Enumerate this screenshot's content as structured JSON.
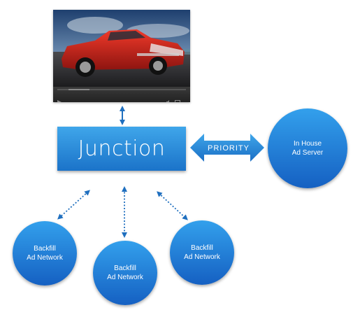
{
  "junction": {
    "label": "Junction"
  },
  "priority": {
    "label": "PRIORITY"
  },
  "in_house": {
    "line1": "In House",
    "line2": "Ad Server"
  },
  "backfill_nodes": [
    {
      "line1": "Backfill",
      "line2": "Ad Network"
    },
    {
      "line1": "Backfill",
      "line2": "Ad Network"
    },
    {
      "line1": "Backfill",
      "line2": "Ad Network"
    }
  ],
  "colors": {
    "accent": "#1b73c9",
    "accent_light": "#3fa6ea",
    "connector": "#1f6fbf"
  },
  "icons": [
    "play-icon",
    "volume-icon",
    "fullscreen-icon"
  ]
}
